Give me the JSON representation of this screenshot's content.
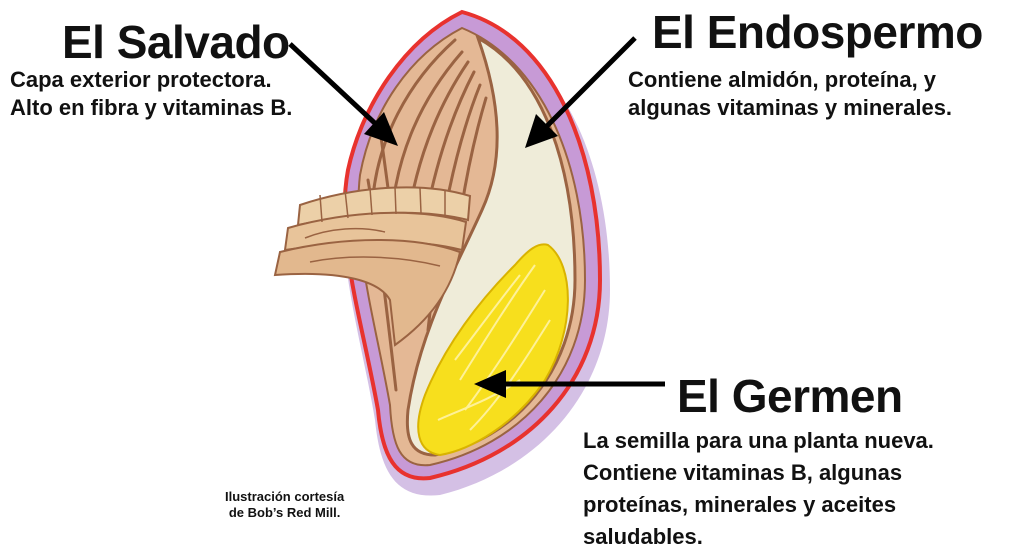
{
  "salvado": {
    "title": "El Salvado",
    "lines": [
      "Capa exterior protectora.",
      "Alto en fibra y vitaminas B."
    ]
  },
  "endospermo": {
    "title": "El Endospermo",
    "lines": [
      "Contiene almidón, proteína, y",
      "algunas vitaminas y minerales."
    ]
  },
  "germen": {
    "title": "El Germen",
    "lines": [
      "La semilla para una planta nueva.",
      "Contiene vitaminas B, algunas",
      "proteínas, minerales y aceites",
      "saludables."
    ]
  },
  "credit": {
    "lines": [
      "Ilustración cortesía",
      "de Bob’s Red Mill."
    ]
  },
  "colors": {
    "outline": "#e8322e",
    "husk_shadow": "#b18ccf",
    "bran": "#e4b895",
    "bran_lines": "#9a6342",
    "endosperm": "#efecd9",
    "germ": "#f7df1d",
    "arrow": "#000000"
  }
}
